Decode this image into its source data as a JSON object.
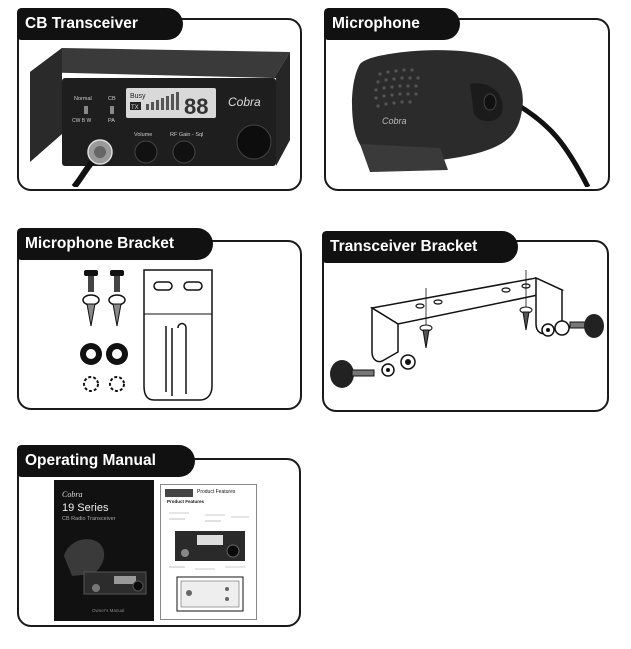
{
  "sections": {
    "cb_transceiver": {
      "title": "CB Transceiver"
    },
    "microphone": {
      "title": "Microphone"
    },
    "microphone_bracket": {
      "title": "Microphone Bracket"
    },
    "transceiver_bracket": {
      "title": "Transceiver Bracket"
    },
    "operating_manual": {
      "title": "Operating Manual"
    }
  },
  "radio": {
    "brand": "Cobra",
    "label_normal": "Normal",
    "label_cb": "CB",
    "label_cw": "CW B W",
    "label_pa": "PA",
    "label_volume": "Volume",
    "label_rfgain": "RF Gain - Sql",
    "display_channel": "88",
    "display_tx": "TX",
    "display_busy": "Busy"
  },
  "manual": {
    "brand": "Cobra",
    "series": "19 Series",
    "subtitle": "CB Radio Transceiver",
    "owner_manual": "Owner's Manual",
    "page_header": "Product Features",
    "page_subheader": "Product Features"
  }
}
